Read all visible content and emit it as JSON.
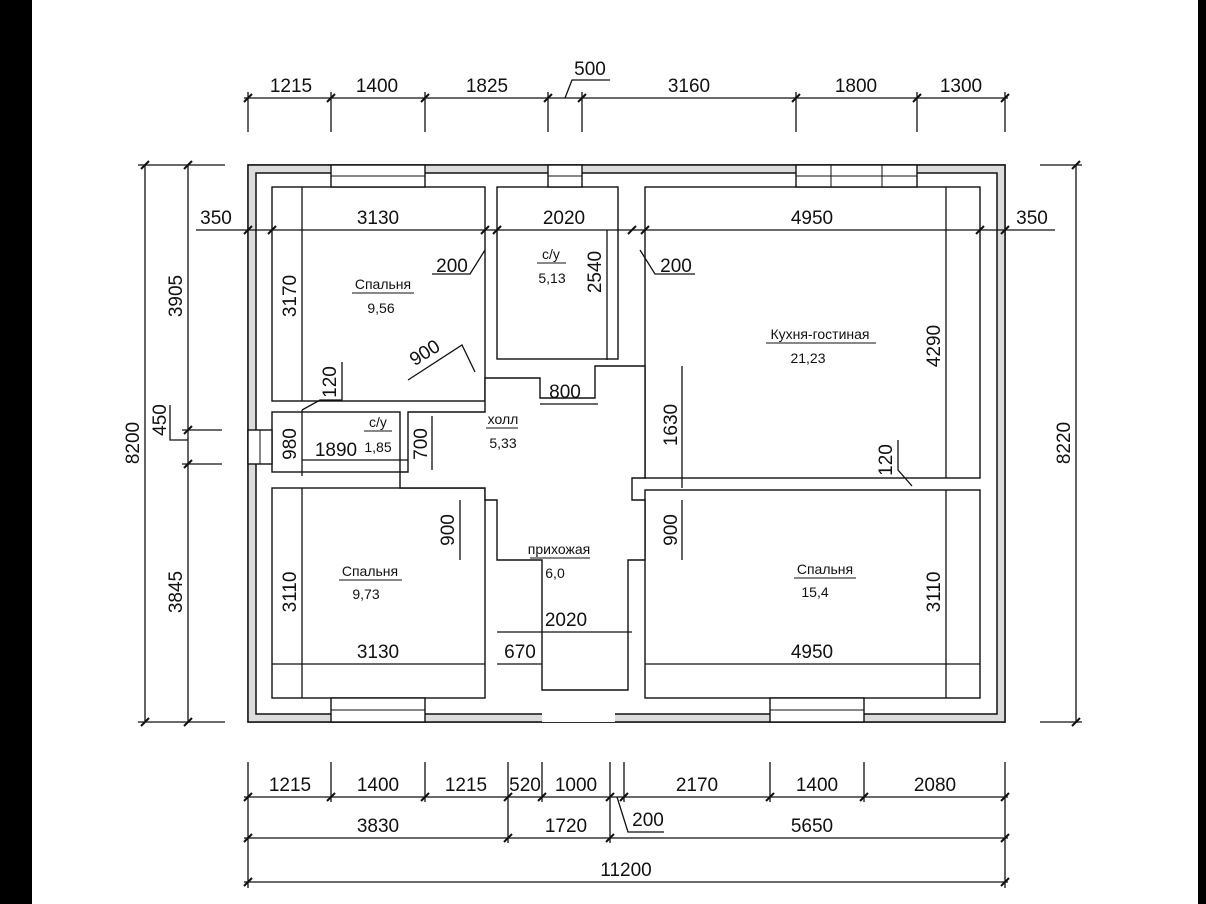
{
  "top_dims": [
    "1215",
    "1400",
    "1825",
    "500",
    "3160",
    "1800",
    "1300"
  ],
  "bottom_dims_row1": [
    "1215",
    "1400",
    "1215",
    "520",
    "1000",
    "2170",
    "1400",
    "2080"
  ],
  "bottom_dims_row2": [
    "3830",
    "1720",
    "5650"
  ],
  "bottom_dim_200": "200",
  "overall_width": "11200",
  "left_overall": "8200",
  "left_segments": [
    "3905",
    "450",
    "3845"
  ],
  "right_overall": "8220",
  "inner_dims": {
    "wall_left": "350",
    "wall_right": "350",
    "bed1_width": "3130",
    "wc1_width": "2020",
    "kitchen_width": "4950",
    "bed1_height": "3170",
    "wc1_height": "2540",
    "kitchen_height": "4290",
    "wall_200_left": "200",
    "wall_200_right": "200",
    "door_900_top": "900",
    "wall_120_left": "120",
    "door_800": "800",
    "hall_1630": "1630",
    "wc2_980": "980",
    "wc2_1890": "1890",
    "wc2_700": "700",
    "wall_120_right": "120",
    "door_900_left": "900",
    "door_900_right": "900",
    "bed2_height": "3110",
    "bed3_height": "3110",
    "bed2_width": "3130",
    "bed3_width": "4950",
    "entry_2020": "2020",
    "entry_670": "670"
  },
  "rooms": [
    {
      "name": "Спальня",
      "area": "9,56"
    },
    {
      "name": "с/у",
      "area": "5,13"
    },
    {
      "name": "Кухня-гостиная",
      "area": "21,23"
    },
    {
      "name": "с/у",
      "area": "1,85"
    },
    {
      "name": "холл",
      "area": "5,33"
    },
    {
      "name": "прихожая",
      "area": "6,0"
    },
    {
      "name": "Спальня",
      "area": "9,73"
    },
    {
      "name": "Спальня",
      "area": "15,4"
    }
  ],
  "colors": {
    "wall_fill": "#dcdcdc",
    "line": "#111111",
    "paper": "#ffffff",
    "surround": "#000000"
  }
}
